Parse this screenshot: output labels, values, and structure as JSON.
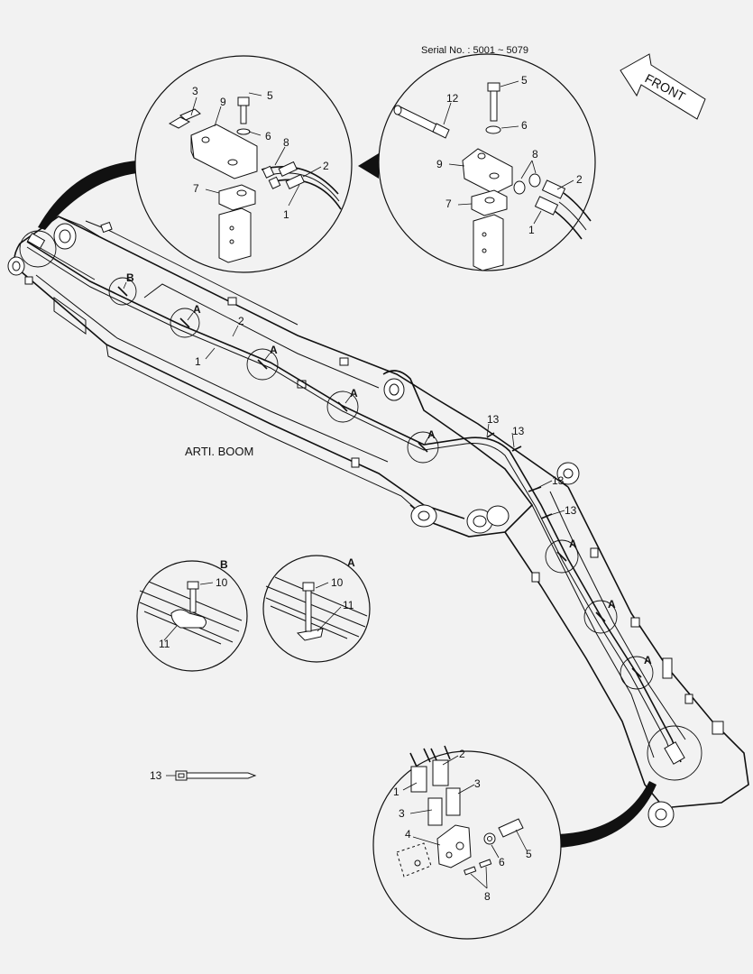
{
  "serial": "Serial No. : 5001 ~ 5079",
  "front_label": "FRONT",
  "boom_label": "ARTI. BOOM",
  "callouts": {
    "d1_3": "3",
    "d1_5": "5",
    "d1_9": "9",
    "d1_6": "6",
    "d1_8": "8",
    "d1_2": "2",
    "d1_7": "7",
    "d1_1": "1",
    "d2_12": "12",
    "d2_5": "5",
    "d2_6": "6",
    "d2_8": "8",
    "d2_9": "9",
    "d2_2": "2",
    "d2_7": "7",
    "d2_1": "1",
    "main_b": "B",
    "main_a1": "A",
    "main_2": "2",
    "main_1": "1",
    "main_a2": "A",
    "main_a3": "A",
    "main_a4": "A",
    "main_13a": "13",
    "main_13b": "13",
    "main_13c": "13",
    "main_13d": "13",
    "main_a5": "A",
    "main_a6": "A",
    "main_a7": "A",
    "db_b": "B",
    "db_10": "10",
    "db_11": "11",
    "da_a": "A",
    "da_10": "10",
    "da_11": "11",
    "tie_13": "13",
    "d3_2": "2",
    "d3_1": "1",
    "d3_3a": "3",
    "d3_3b": "3",
    "d3_4": "4",
    "d3_5": "5",
    "d3_6": "6",
    "d3_8": "8"
  }
}
